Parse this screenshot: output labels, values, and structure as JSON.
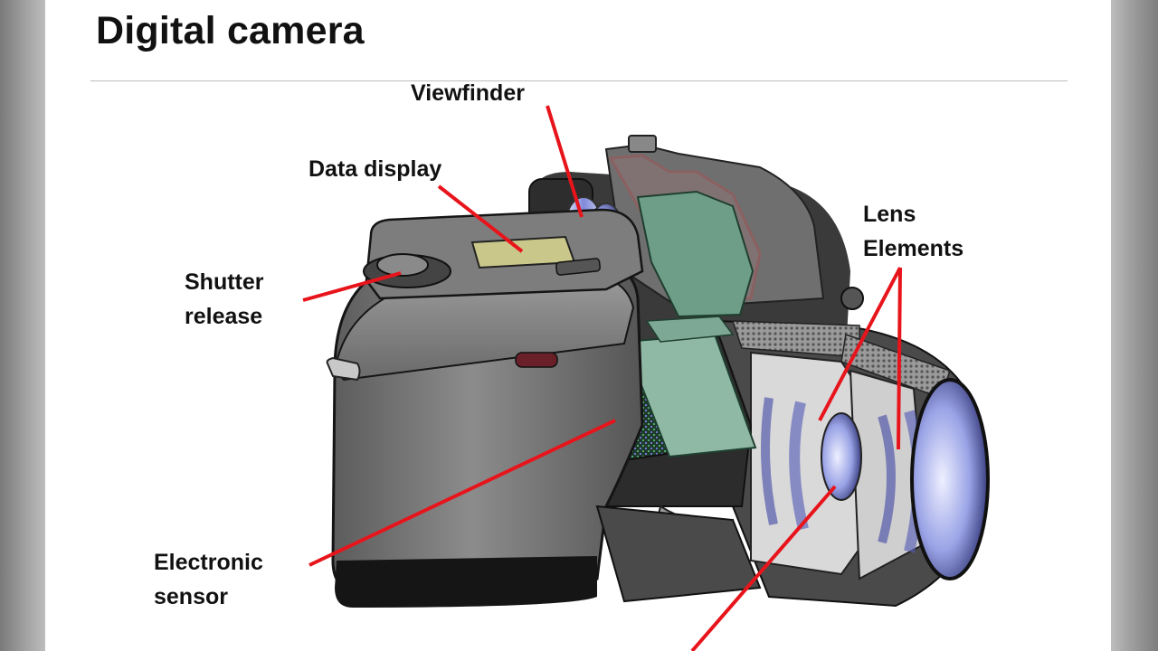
{
  "slide": {
    "title": "Digital camera"
  },
  "labels": {
    "viewfinder": "Viewfinder",
    "data_display": "Data display",
    "shutter_release": [
      "Shutter",
      "release"
    ],
    "lens_elements": [
      "Lens",
      "Elements"
    ],
    "electronic_sensor": [
      "Electronic",
      "sensor"
    ]
  },
  "colors": {
    "leader_line": "#e8141b",
    "background": "#ffffff",
    "frame": "#9a9a9a"
  }
}
